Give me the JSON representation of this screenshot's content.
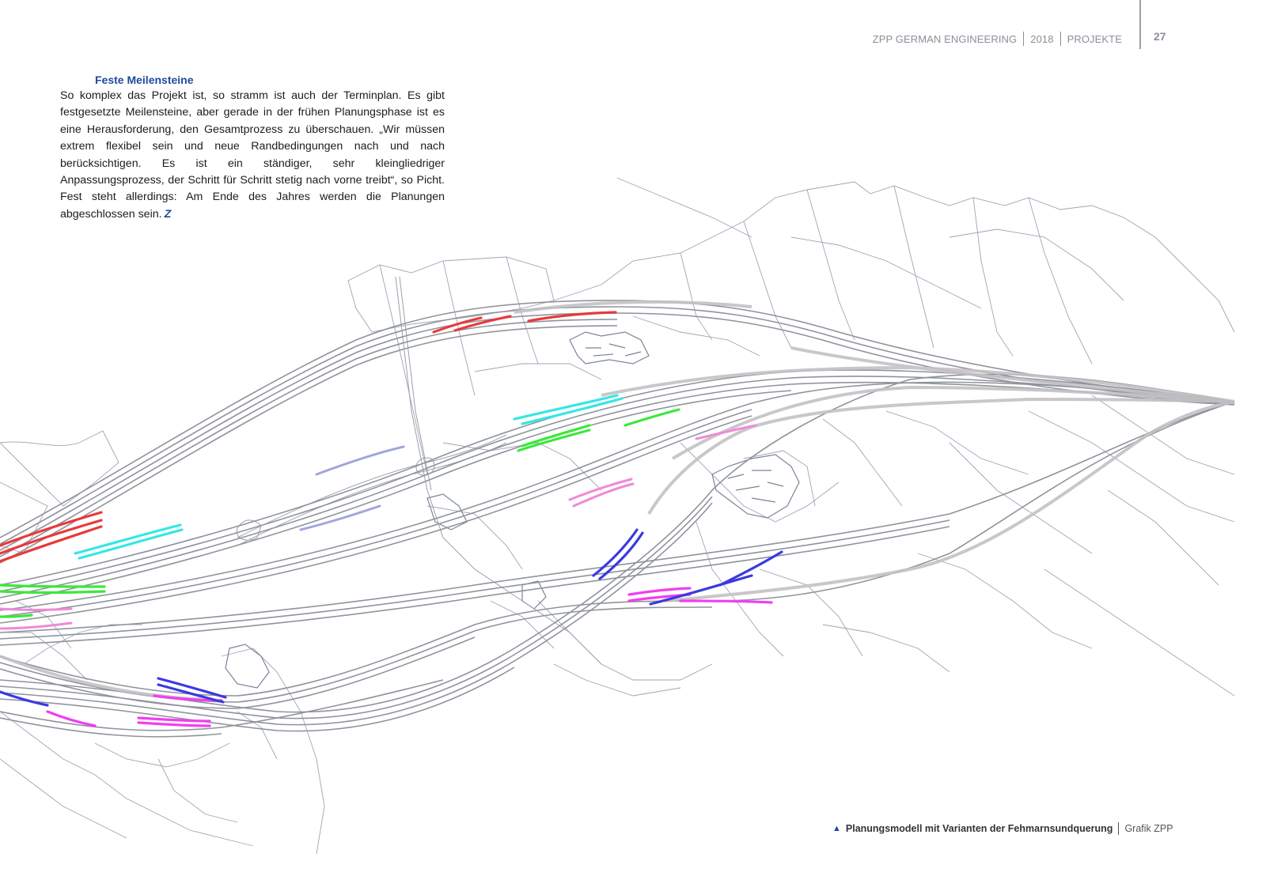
{
  "header": {
    "publication": "ZPP GERMAN ENGINEERING",
    "year": "2018",
    "section": "PROJEKTE",
    "page_number": "27"
  },
  "article": {
    "heading": "Feste Meilensteine",
    "body": "So komplex das Projekt ist, so stramm ist auch der Terminplan. Es gibt festgesetzte Meilensteine, aber gerade in der frühen Planungsphase ist es eine Herausforderung, den Gesamtprozess zu überschauen. „Wir müssen extrem flexibel sein und neue Randbedingungen nach und nach berücksichtigen. Es ist ein ständiger, sehr kleingliedriger Anpassungsprozess, der Schritt für Schritt stetig nach vorne treibt“, so Picht. Fest steht allerdings: Am Ende des Jahres werden die Planungen abgeschlossen sein.",
    "end_mark": "Z"
  },
  "figure": {
    "caption": "Planungsmodell mit Varianten der Fehmarnsundquerung",
    "credit": "Grafik ZPP",
    "colors": {
      "track": "#8f939c",
      "track_light": "#c4c1c4",
      "parcel_lines": "#8c95a8",
      "variant_red": "#e83a3a",
      "variant_cyan": "#35e6e6",
      "variant_green": "#3be83b",
      "variant_pink": "#ee8ad6",
      "variant_magenta": "#f23ef0",
      "variant_blue": "#3a3ae0",
      "variant_lilac": "#8e95d8"
    }
  }
}
